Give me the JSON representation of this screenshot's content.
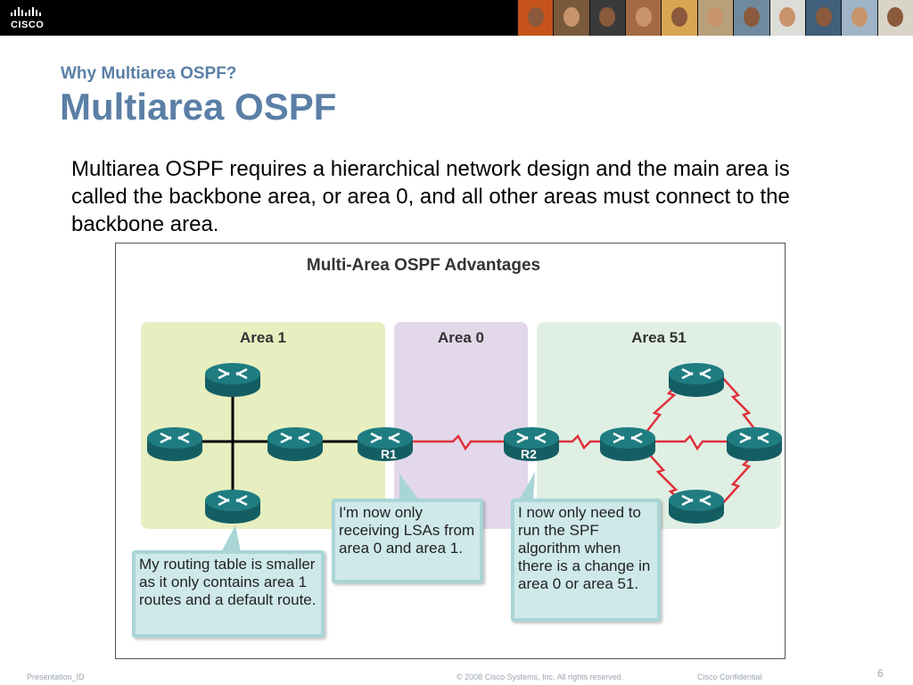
{
  "header": {
    "logo_text": "CISCO",
    "photo_colors": [
      "#c5531b",
      "#7a5a3c",
      "#3a3a3a",
      "#a46a43",
      "#d8a552",
      "#b8a07a",
      "#6f8a9e",
      "#dcdcd8",
      "#3f5f7a",
      "#9fb4c6",
      "#d9d4c8"
    ]
  },
  "slide": {
    "subtitle": "Why Multiarea OSPF?",
    "title": "Multiarea OSPF",
    "body": "Multiarea OSPF requires a hierarchical network design and the main area is called the backbone area, or area 0, and all other areas must connect to the backbone area."
  },
  "figure": {
    "title": "Multi-Area OSPF Advantages",
    "areas": [
      {
        "label": "Area 1",
        "color": "#e7eebf"
      },
      {
        "label": "Area 0",
        "color": "#e3d8ea"
      },
      {
        "label": "Area 51",
        "color": "#e0efe4"
      }
    ],
    "routers": [
      "R1",
      "R2"
    ],
    "callouts": {
      "area1_router": "My routing table is smaller as it only contains area 1 routes and a default route.",
      "r1": "I'm now only receiving LSAs from area 0 and area 1.",
      "r2": "I now only need to run the SPF algorithm when there is a change in area 0 or area 51."
    },
    "router_color": "#1f7d82",
    "link_color": "#e0303a"
  },
  "footer": {
    "presentation_id": "Presentation_ID",
    "copyright": "© 2008 Cisco Systems, Inc. All rights reserved.",
    "confidential": "Cisco Confidential",
    "page": "6"
  }
}
